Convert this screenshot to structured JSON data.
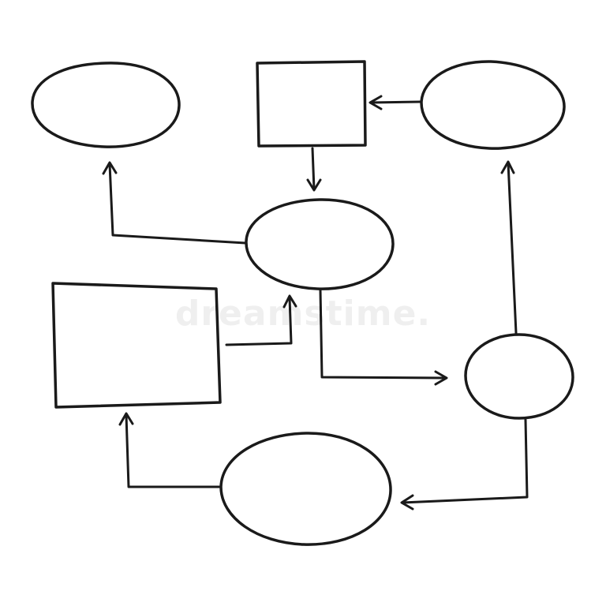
{
  "watermark": {
    "text": "dreamstime."
  },
  "colors": {
    "ink": "#1a1a1a",
    "background": "#ffffff"
  },
  "diagram": {
    "nodes": [
      {
        "id": "oval-top-left",
        "shape": "ellipse"
      },
      {
        "id": "rect-top-center",
        "shape": "rectangle"
      },
      {
        "id": "oval-top-right",
        "shape": "ellipse"
      },
      {
        "id": "oval-center",
        "shape": "ellipse"
      },
      {
        "id": "rect-middle-left",
        "shape": "rectangle"
      },
      {
        "id": "circle-right",
        "shape": "ellipse"
      },
      {
        "id": "oval-bottom",
        "shape": "ellipse"
      }
    ],
    "edges": [
      {
        "from": "oval-top-right",
        "to": "rect-top-center"
      },
      {
        "from": "rect-top-center",
        "to": "oval-center"
      },
      {
        "from": "oval-center",
        "to": "oval-top-left"
      },
      {
        "from": "rect-middle-left",
        "to": "oval-center"
      },
      {
        "from": "oval-center",
        "to": "circle-right"
      },
      {
        "from": "circle-right",
        "to": "oval-top-right"
      },
      {
        "from": "circle-right",
        "to": "oval-bottom"
      },
      {
        "from": "oval-bottom",
        "to": "rect-middle-left"
      }
    ]
  }
}
